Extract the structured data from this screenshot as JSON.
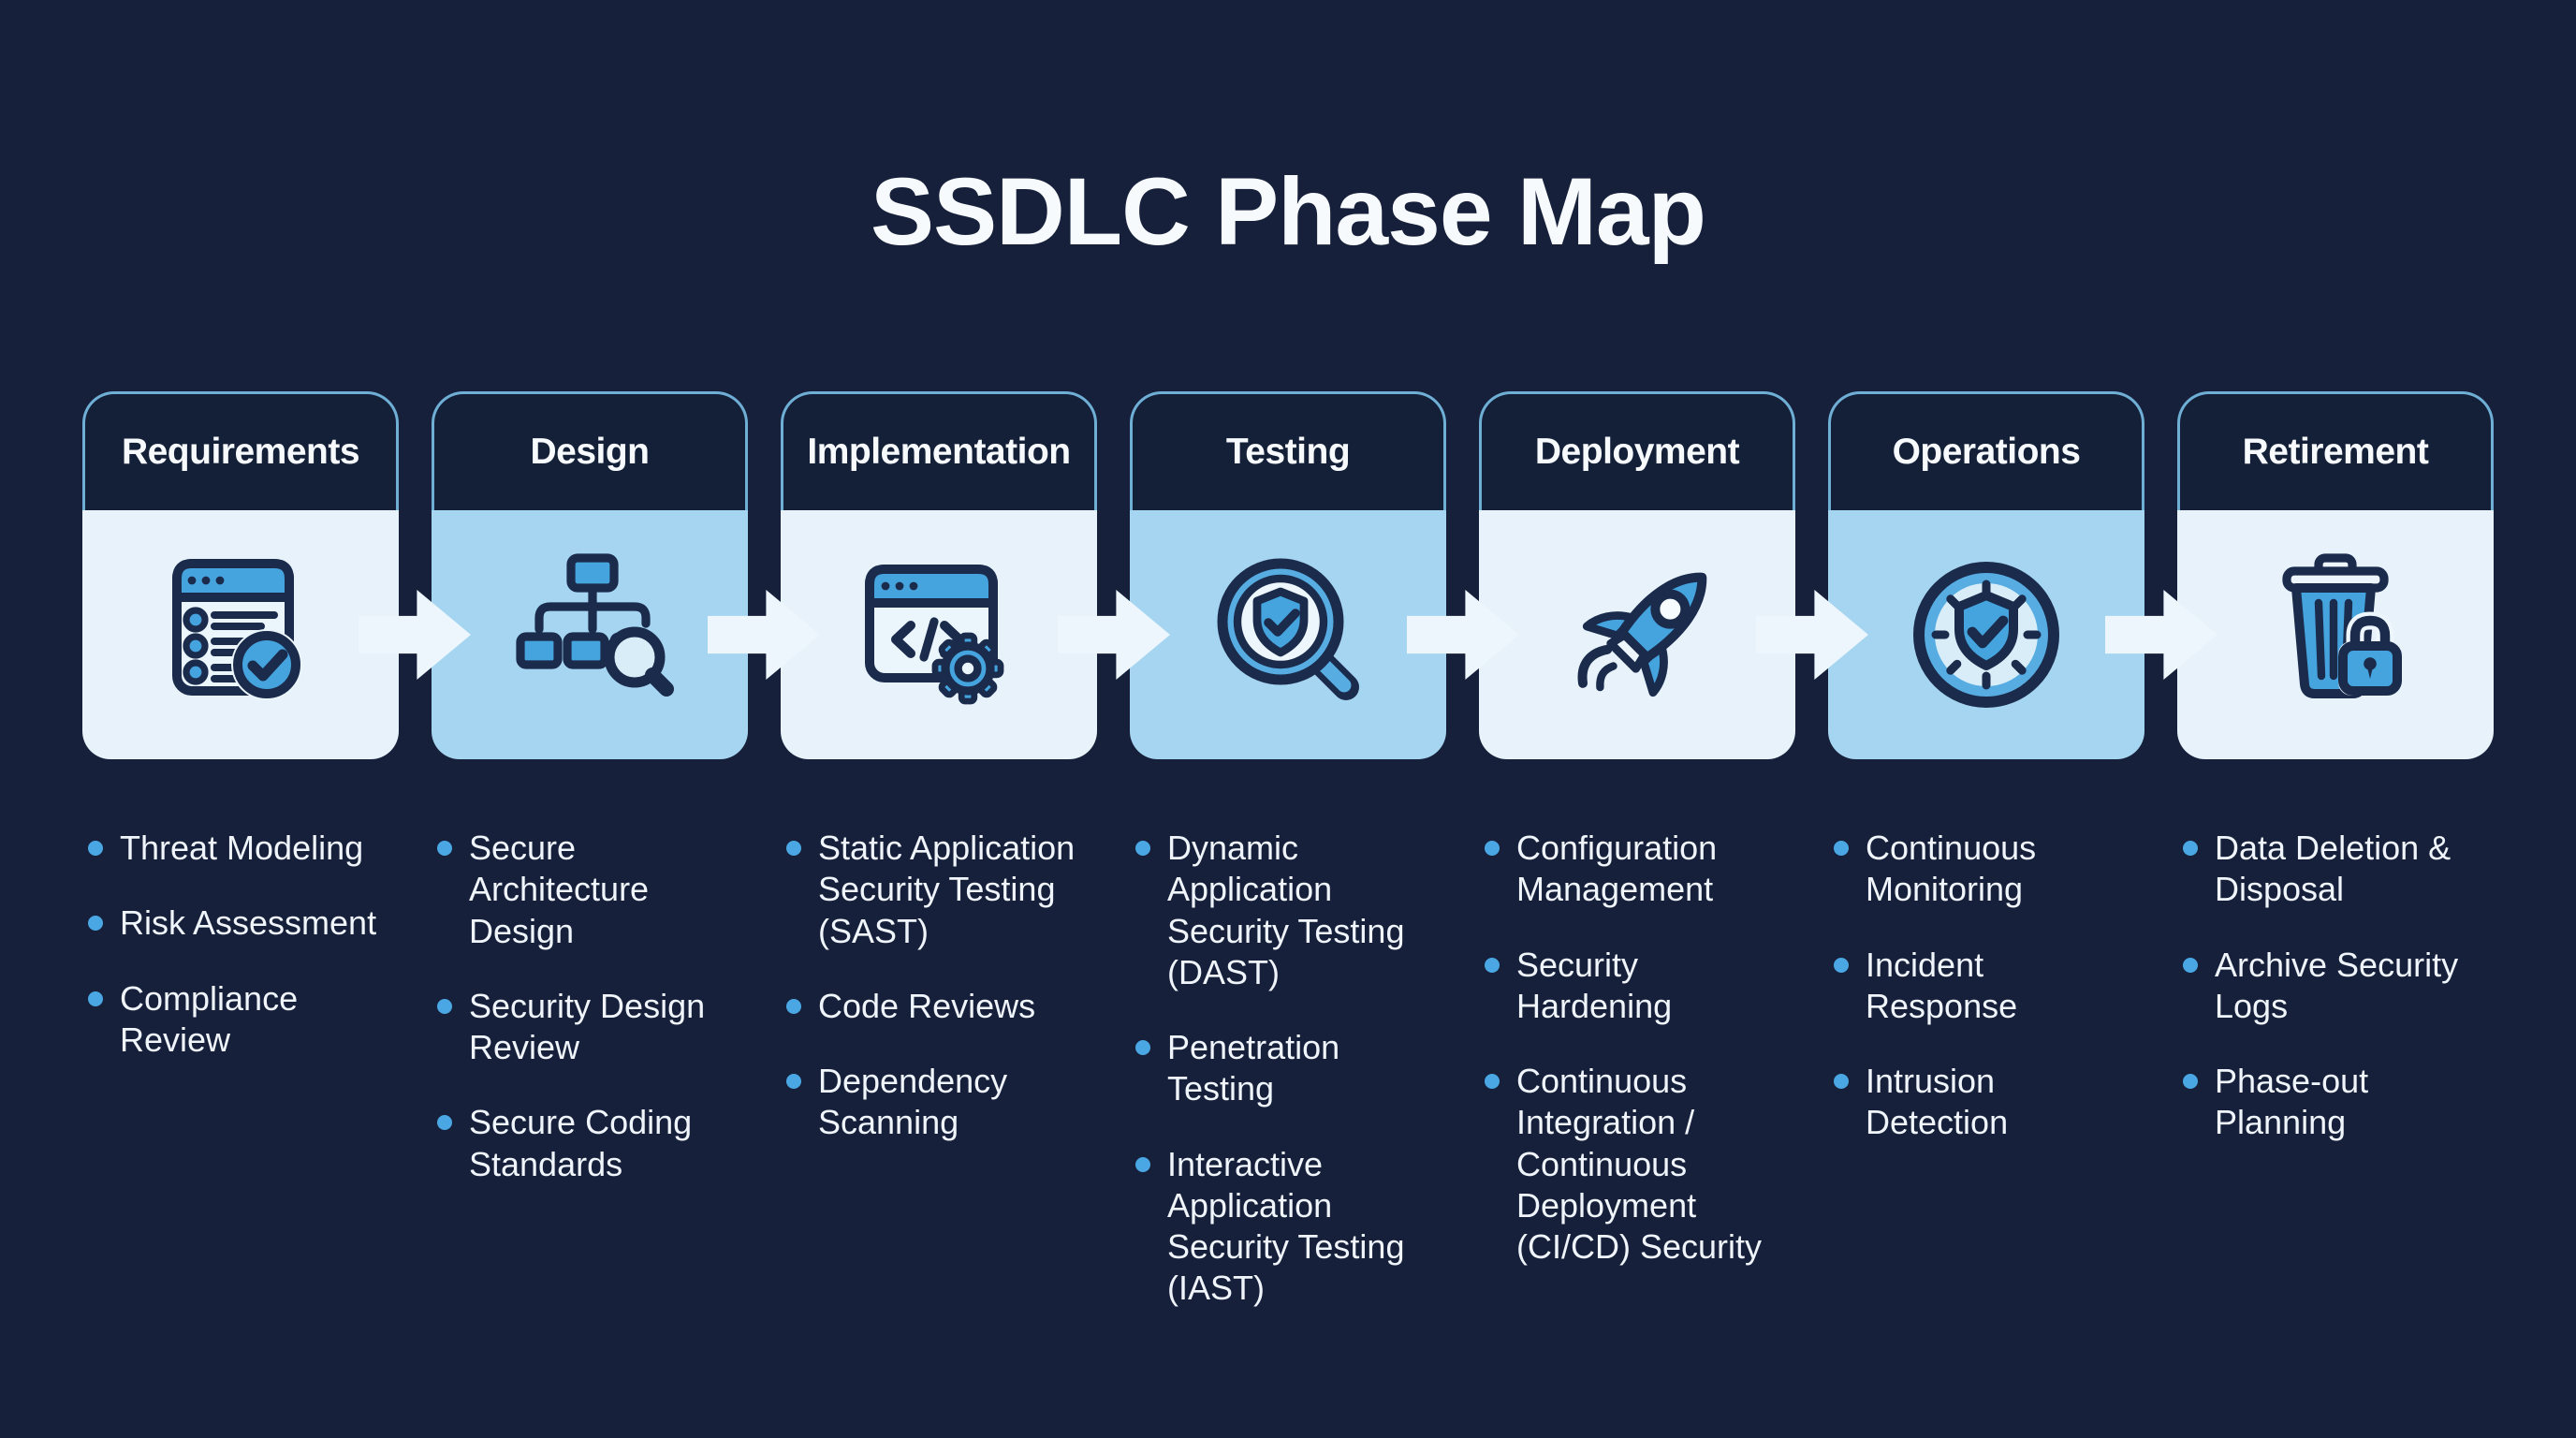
{
  "title": "SSDLC Phase Map",
  "colors": {
    "background": "#16203A",
    "card_header": "#141F38",
    "card_border": "#6FAFD6",
    "card_body_light": "#E7F2FA",
    "card_body_blue": "#A6D5F1",
    "accent_blue": "#45A3DE",
    "outline_navy": "#1A2B4C",
    "bullet": "#4AA7E3",
    "text": "#F7FAFC",
    "arrow": "#ECF6FC"
  },
  "phases": [
    {
      "name": "Requirements",
      "icon": "checklist-window-icon",
      "body_tone": "light",
      "items": [
        "Threat Modeling",
        "Risk Assessment",
        "Compliance Review"
      ]
    },
    {
      "name": "Design",
      "icon": "architecture-diagram-magnifier-icon",
      "body_tone": "blue",
      "items": [
        "Secure Architecture Design",
        "Security Design Review",
        "Secure Coding Standards"
      ]
    },
    {
      "name": "Implementation",
      "icon": "code-window-gear-icon",
      "body_tone": "light",
      "items": [
        "Static Application Security Testing (SAST)",
        "Code Reviews",
        "Dependency Scanning"
      ]
    },
    {
      "name": "Testing",
      "icon": "magnifier-shield-check-icon",
      "body_tone": "blue",
      "items": [
        "Dynamic Application Security Testing (DAST)",
        "Penetration Testing",
        "Interactive Application Security Testing (IAST)"
      ]
    },
    {
      "name": "Deployment",
      "icon": "rocket-icon",
      "body_tone": "light",
      "items": [
        "Configuration Management",
        "Security Hardening",
        "Continuous Integration / Continuous Deployment (CI/CD) Security"
      ]
    },
    {
      "name": "Operations",
      "icon": "clock-shield-check-icon",
      "body_tone": "blue",
      "items": [
        "Continuous Monitoring",
        "Incident Response",
        "Intrusion Detection"
      ]
    },
    {
      "name": "Retirement",
      "icon": "trash-padlock-icon",
      "body_tone": "light",
      "items": [
        "Data Deletion & Disposal",
        "Archive Security Logs",
        "Phase-out Planning"
      ]
    }
  ]
}
